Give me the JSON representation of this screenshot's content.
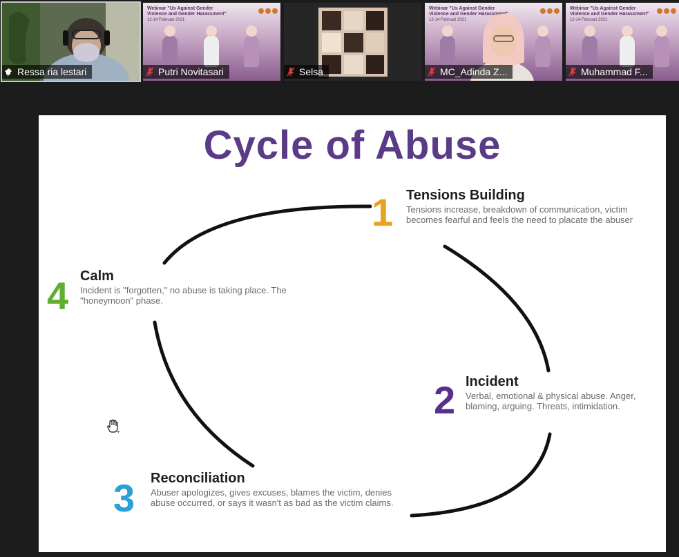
{
  "participants": [
    {
      "name": "Ressa ria lestari",
      "status_icon": "pin-icon"
    },
    {
      "name": "Putri Novitasari",
      "status_icon": "mic-muted-icon"
    },
    {
      "name": "Selsa",
      "status_icon": "mic-muted-icon"
    },
    {
      "name": "MC_Adinda Z...",
      "status_icon": "mic-muted-icon"
    },
    {
      "name": "Muhammad F...",
      "status_icon": "mic-muted-icon"
    }
  ],
  "poster": {
    "title": "Webinar \"Us Against Gender Violence and Gender Harassment\"",
    "date": "12-14 Februari 2021"
  },
  "slide": {
    "title": "Cycle of Abuse",
    "stages": [
      {
        "number": "1",
        "heading": "Tensions Building",
        "description": "Tensions increase, breakdown of communication, victim becomes fearful and feels the need to placate the abuser",
        "color": "#e9a21b"
      },
      {
        "number": "2",
        "heading": "Incident",
        "description": "Verbal, emotional & physical abuse. Anger, blaming, arguing. Threats, intimidation.",
        "color": "#5a2f8a"
      },
      {
        "number": "3",
        "heading": "Reconciliation",
        "description": "Abuser apologizes, gives excuses, blames the victim, denies abuse occurred, or says it wasn't as bad as the victim claims.",
        "color": "#2a9fd8"
      },
      {
        "number": "4",
        "heading": "Calm",
        "description": "Incident is \"forgotten,\" no abuse is taking place. The \"honeymoon\" phase.",
        "color": "#5fae2e"
      }
    ]
  },
  "colors": {
    "background": "#1c1c1c",
    "title": "#5b3a86",
    "muted_icon": "#e03b3b"
  }
}
